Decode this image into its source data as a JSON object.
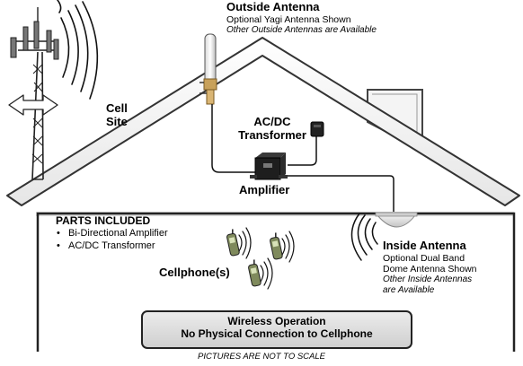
{
  "cell_site": {
    "label_line1": "Cell",
    "label_line2": "Site"
  },
  "outside_antenna": {
    "title": "Outside Antenna",
    "subtitle": "Optional Yagi Antenna Shown",
    "note": "Other Outside Antennas are Available"
  },
  "transformer": {
    "line1": "AC/DC",
    "line2": "Transformer"
  },
  "amplifier": {
    "label": "Amplifier"
  },
  "parts_included": {
    "title": "PARTS INCLUDED",
    "items": [
      "Bi-Directional Amplifier",
      "AC/DC Transformer"
    ]
  },
  "cellphones": {
    "label": "Cellphone(s)"
  },
  "inside_antenna": {
    "title": "Inside Antenna",
    "line1": "Optional Dual Band",
    "line2": "Dome Antenna Shown",
    "note1": "Other Inside Antennas",
    "note2": "are Available"
  },
  "wireless_box": {
    "line1": "Wireless Operation",
    "line2": "No Physical Connection to Cellphone"
  },
  "footer": {
    "disclaimer": "PICTURES ARE NOT TO SCALE"
  }
}
